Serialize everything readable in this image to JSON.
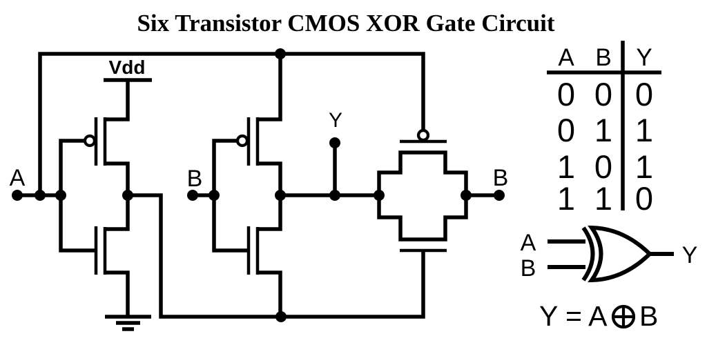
{
  "title": "Six Transistor CMOS XOR Gate Circuit",
  "colors": {
    "ink": "#000000",
    "background": "#ffffff"
  },
  "circuit": {
    "power_label": "Vdd",
    "input_a_label": "A",
    "input_b_label": "B",
    "output_label": "Y",
    "pass_input_label": "B"
  },
  "truth_table": {
    "headers": [
      "A",
      "B",
      "Y"
    ],
    "rows": [
      [
        "0",
        "0",
        "0"
      ],
      [
        "0",
        "1",
        "1"
      ],
      [
        "1",
        "0",
        "1"
      ],
      [
        "1",
        "1",
        "0"
      ]
    ]
  },
  "xor_gate": {
    "input_a_label": "A",
    "input_b_label": "B",
    "output_label": "Y"
  },
  "equation": {
    "full": "Y = A ⊕ B",
    "left": "Y = A",
    "operator": "⊕",
    "right": "B"
  }
}
